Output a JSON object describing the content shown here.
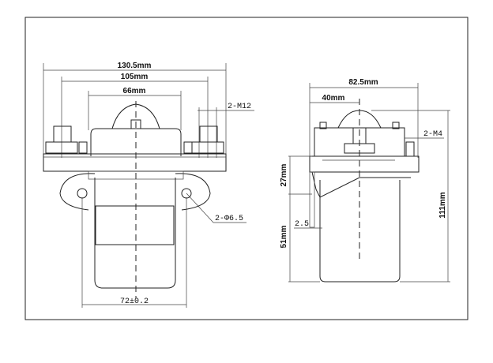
{
  "front_view": {
    "overall_width": "130.5mm",
    "terminal_spacing": "105mm",
    "housing_width": "66mm",
    "terminal_thread": "2-M12",
    "mount_holes": "2-Φ6.5",
    "mount_spacing": "72±0.2"
  },
  "side_view": {
    "overall_depth": "82.5mm",
    "center_offset": "40mm",
    "aux_thread": "2-M4",
    "bracket_height": "27mm",
    "body_height": "51mm",
    "overall_height": "111mm",
    "bracket_thickness": "2.5"
  }
}
